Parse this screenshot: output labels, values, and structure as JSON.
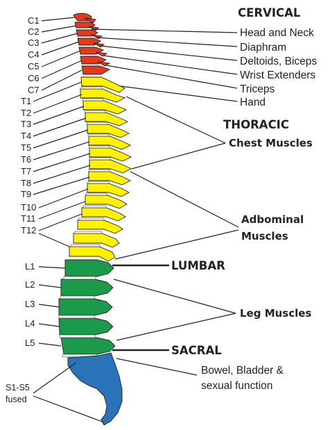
{
  "regions": {
    "cervical": "CERVICAL",
    "thoracic": "THORACIC",
    "lumbar": "LUMBAR",
    "sacral": "SACRAL"
  },
  "vertebra_labels": {
    "cervical": [
      "C1",
      "C2",
      "C3",
      "C4",
      "C5",
      "C6",
      "C7"
    ],
    "thoracic": [
      "T1",
      "T2",
      "T3",
      "T4",
      "T5",
      "T6",
      "T7",
      "T8",
      "T9",
      "T10",
      "T11",
      "T12"
    ],
    "lumbar": [
      "L1",
      "L2",
      "L3",
      "L4",
      "L5"
    ],
    "sacral": [
      "S1-S5",
      "fused"
    ]
  },
  "functions": {
    "cervical": [
      "Head and Neck",
      "Diaphram",
      "Deltoids, Biceps",
      "Wrist Extenders",
      "Triceps",
      "Hand"
    ],
    "thoracic_1": "Chest Muscles",
    "thoracic_2": [
      "Adbominal",
      "Muscles"
    ],
    "lumbar": "Leg Muscles",
    "sacral": [
      "Bowel, Bladder &",
      "sexual function"
    ]
  },
  "colors": {
    "cervical": "#e03b1f",
    "thoracic": "#fff200",
    "lumbar": "#1b9a4c",
    "sacral": "#2a73b8"
  }
}
